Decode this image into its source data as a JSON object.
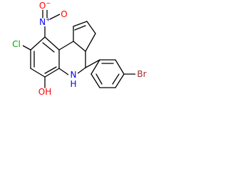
{
  "molecule": {
    "atoms": {
      "nitro_n": {
        "label": "N",
        "charge": "+",
        "color": "#0000ff"
      },
      "nitro_o_top": {
        "label": "O",
        "charge": "−",
        "color": "#ff0000"
      },
      "nitro_o_right": {
        "label": "O",
        "color": "#ff0000"
      },
      "chlorine": {
        "label": "Cl",
        "color": "#00aa00"
      },
      "amine": {
        "label": "N",
        "hydrogen": "H",
        "color": "#0000ff"
      },
      "hydroxyl": {
        "label": "OH",
        "color": "#ff0000"
      },
      "bromine": {
        "label": "Br",
        "color": "#a52a2a"
      }
    }
  }
}
